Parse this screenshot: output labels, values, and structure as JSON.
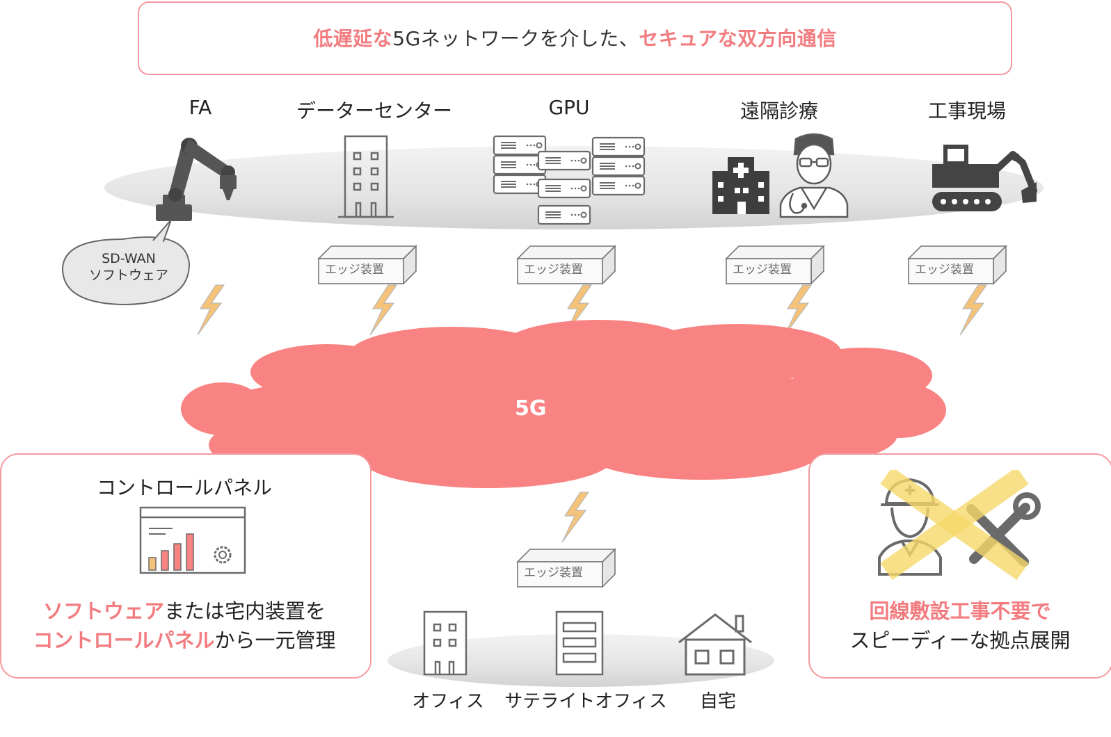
{
  "header": {
    "part1": "低遅延な",
    "part2": "5Gネットワークを介した、",
    "part3": "セキュアな双方向通信"
  },
  "nodes": {
    "fa": "FA",
    "datacenter": "データーセンター",
    "gpu": "GPU",
    "telemedicine": "遠隔診療",
    "construction": "工事現場"
  },
  "sdwan": {
    "line1": "SD-WAN",
    "line2": "ソフトウェア"
  },
  "edge_device_label": "エッジ装置",
  "cloud_label": "5G",
  "control_panel": {
    "title": "コントロールパネル",
    "line1_highlight": "ソフトウェア",
    "line1_rest": "または宅内装置を",
    "line2_highlight": "コントロールパネル",
    "line2_rest": "から一元管理"
  },
  "right_panel": {
    "line1_highlight": "回線敷設工事不要",
    "line1_rest": "で",
    "line2": "スピーディーな拠点展開"
  },
  "bottom_sites": {
    "office": "オフィス",
    "satellite": "サテライトオフィス",
    "home": "自宅"
  },
  "colors": {
    "accent": "#f27c80",
    "cloud": "#f98282",
    "bolt": "#f5c27a",
    "icon_gray": "#5a5a5a",
    "cross": "#f5d86a"
  }
}
